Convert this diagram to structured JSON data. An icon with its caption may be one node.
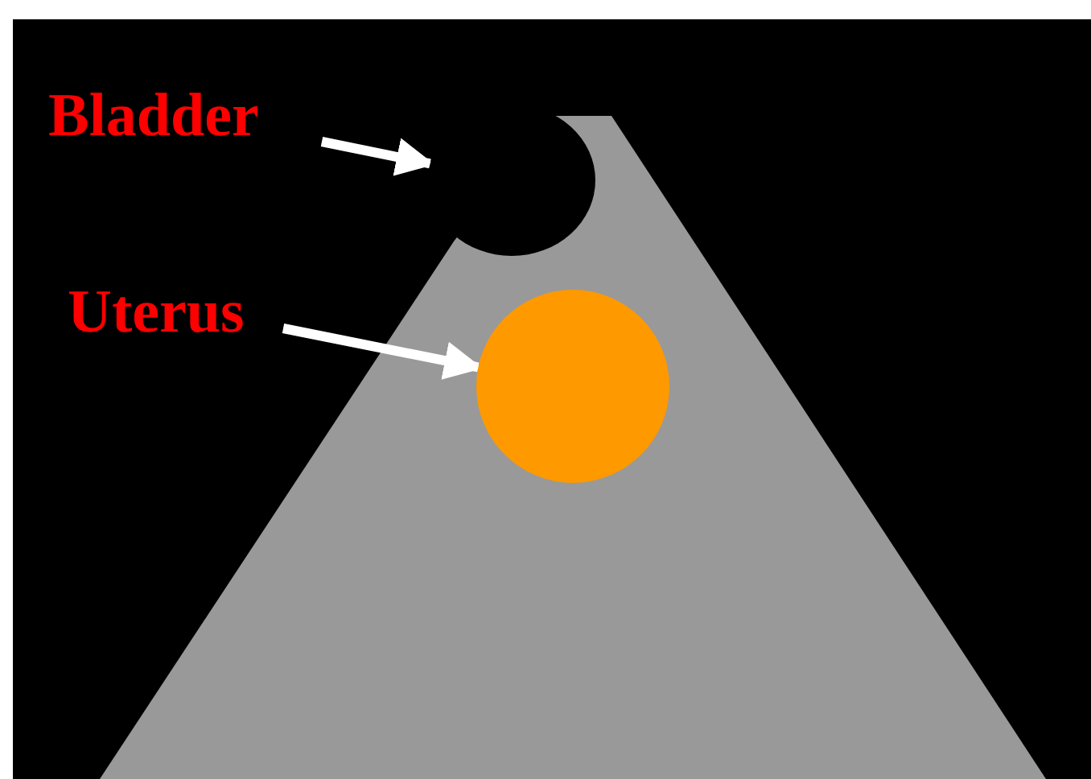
{
  "diagram": {
    "nodes": [
      {
        "text": [
          "Bladder"
        ]
      },
      {
        "text": [],
        "shape": "ellipse"
      },
      {
        "text": [
          "Uterus"
        ]
      },
      {
        "text": [],
        "shape": "circle"
      }
    ],
    "edges": [
      {
        "from": 0,
        "to": 1,
        "arrow": "to"
      },
      {
        "from": 2,
        "to": 3,
        "arrow": "to"
      }
    ]
  }
}
